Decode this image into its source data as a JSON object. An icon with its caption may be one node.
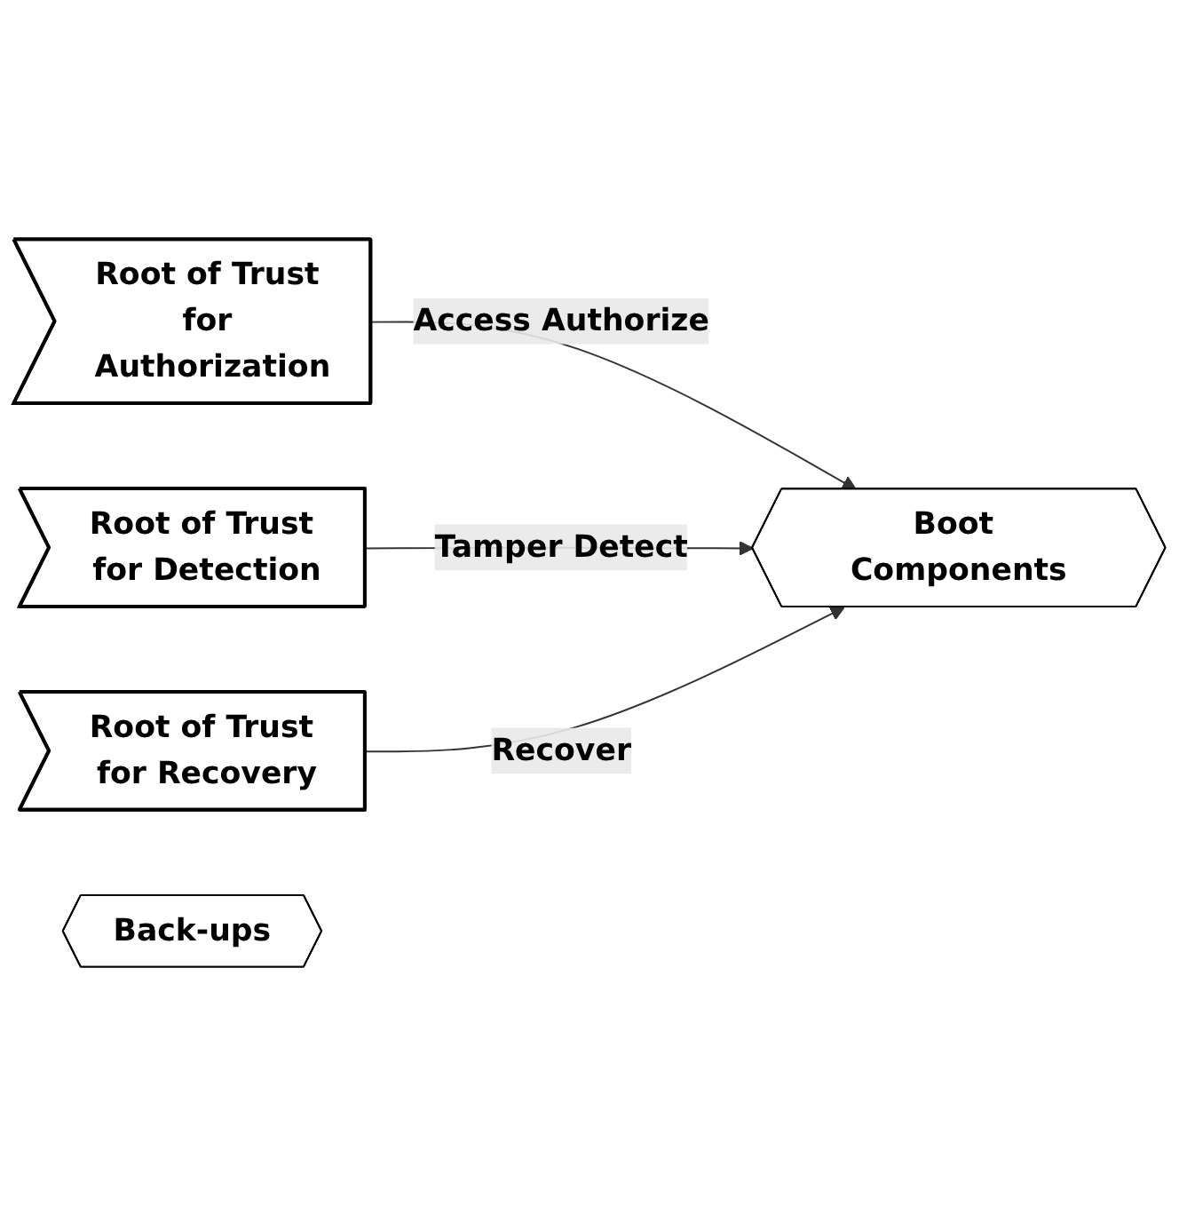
{
  "diagram": {
    "nodes": [
      {
        "text": [
          "Root of Trust for Authorization"
        ]
      },
      {
        "text": [
          "Root of Trust for Detection"
        ]
      },
      {
        "text": [
          "Root of Trust for Recovery"
        ]
      },
      {
        "text": [
          "Boot Components"
        ]
      },
      {
        "text": [
          "Back-ups"
        ]
      }
    ],
    "edges": [
      {
        "from": 0,
        "to": 3,
        "label": "Access Authorize",
        "arrow": "to"
      },
      {
        "from": 1,
        "to": 3,
        "label": "Tamper Detect",
        "arrow": "to"
      },
      {
        "from": 2,
        "to": 3,
        "label": "Recover",
        "arrow": "to"
      }
    ]
  }
}
